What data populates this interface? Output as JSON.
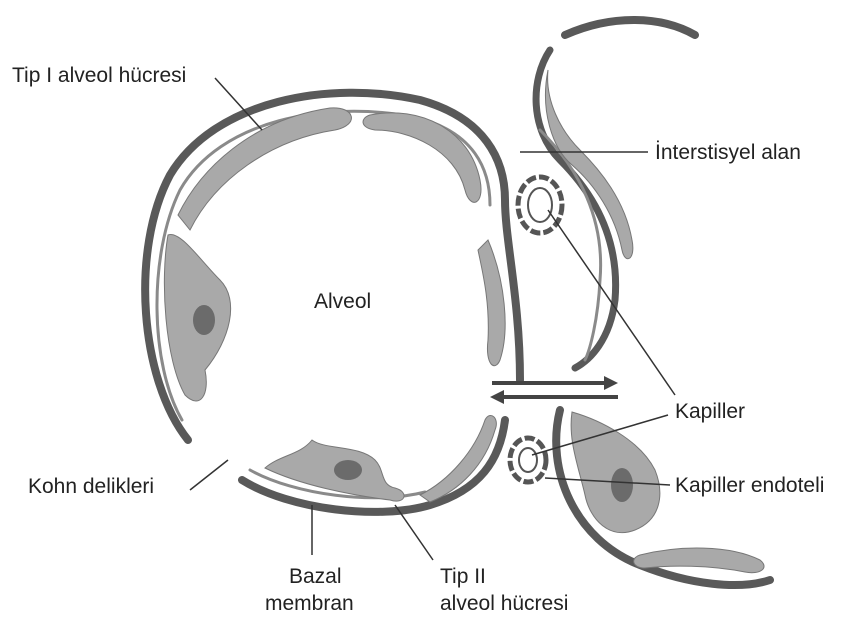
{
  "labels": {
    "tip1": "Tip I alveol hücresi",
    "interstitial": "İnterstisyel alan",
    "alveol": "Alveol",
    "kapiller": "Kapiller",
    "endotel": "Kapiller endoteli",
    "kohn": "Kohn delikleri",
    "bazal_line1": "Bazal",
    "bazal_line2": "membran",
    "tip2_line1": "Tip II",
    "tip2_line2": "alveol hücresi"
  },
  "colors": {
    "membrane": "#595959",
    "cell": "#a9a9a9",
    "nucleus": "#6b6b6b",
    "leader": "#333333"
  }
}
